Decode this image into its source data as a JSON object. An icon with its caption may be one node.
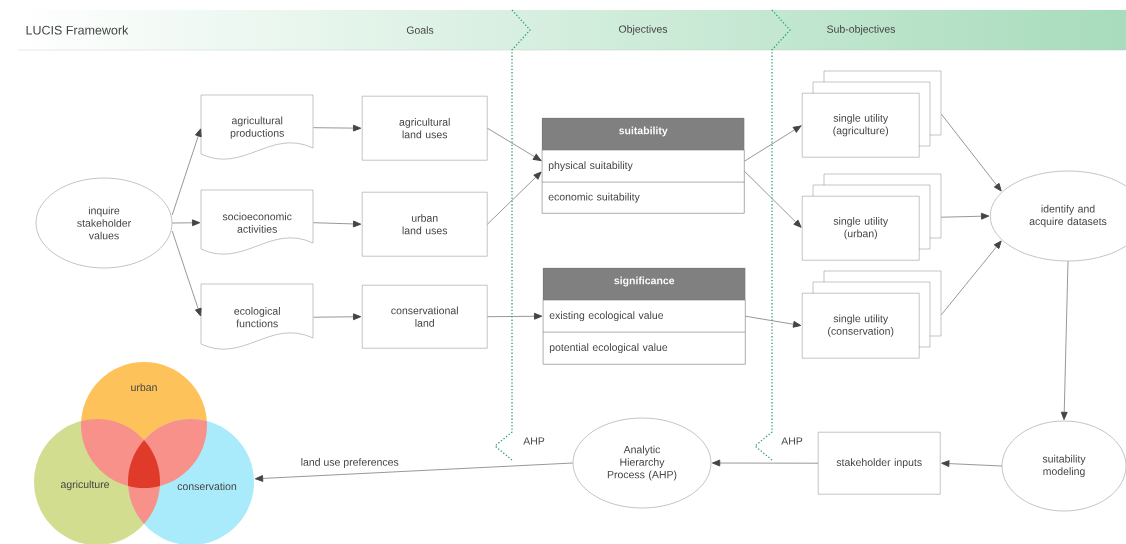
{
  "diagram": {
    "title": "LUCIS Framework",
    "nodes": [
      {
        "text": [
          "inquire stakeholder values"
        ]
      },
      {
        "text": [
          "agricultural productions"
        ]
      },
      {
        "text": [
          "socioeconomic activities"
        ]
      },
      {
        "text": [
          "ecological functions"
        ]
      },
      {
        "text": [
          "agricultural land uses"
        ]
      },
      {
        "text": [
          "urban land uses"
        ]
      },
      {
        "text": [
          "conservational land"
        ]
      },
      {
        "text": [
          "suitability"
        ]
      },
      {
        "text": [
          "physical suitability"
        ],
        "in": 7
      },
      {
        "text": [
          "economic suitability"
        ],
        "in": 7
      },
      {
        "text": [
          "significance"
        ]
      },
      {
        "text": [
          "existing ecological value"
        ],
        "in": 10
      },
      {
        "text": [
          "potential ecological value"
        ],
        "in": 10
      },
      {
        "text": [
          "single utility (agriculture)"
        ]
      },
      {
        "text": [
          "single utility (urban)"
        ]
      },
      {
        "text": [
          "single utility (conservation)"
        ]
      },
      {
        "text": [
          "identify and acquire datasets"
        ]
      },
      {
        "text": [
          "suitability modeling"
        ]
      },
      {
        "text": [
          "stakeholder inputs"
        ]
      },
      {
        "text": [
          "Analytic Hierarchy Process (AHP)"
        ]
      },
      {
        "text": [
          "urban"
        ]
      },
      {
        "text": [
          "agriculture"
        ]
      },
      {
        "text": [
          "conservation"
        ]
      }
    ],
    "edges": [
      {
        "from": 0,
        "to": 1,
        "arrow": "to"
      },
      {
        "from": 0,
        "to": 2,
        "arrow": "to"
      },
      {
        "from": 0,
        "to": 3,
        "arrow": "to"
      },
      {
        "from": 1,
        "to": 4,
        "arrow": "to"
      },
      {
        "from": 2,
        "to": 5,
        "arrow": "to"
      },
      {
        "from": 3,
        "to": 6,
        "arrow": "to"
      },
      {
        "from": 4,
        "to": 8,
        "arrow": "to"
      },
      {
        "from": 5,
        "to": 8,
        "arrow": "to"
      },
      {
        "from": 6,
        "to": 11,
        "arrow": "to"
      },
      {
        "from": 8,
        "to": 13,
        "arrow": "to"
      },
      {
        "from": 8,
        "to": 14,
        "arrow": "to"
      },
      {
        "from": 11,
        "to": 15,
        "arrow": "to"
      },
      {
        "from": 13,
        "to": 16,
        "arrow": "to"
      },
      {
        "from": 14,
        "to": 16,
        "arrow": "to"
      },
      {
        "from": 15,
        "to": 16,
        "arrow": "to"
      },
      {
        "from": 16,
        "to": 17,
        "arrow": "to"
      },
      {
        "from": 17,
        "to": 18,
        "arrow": "to"
      },
      {
        "from": 18,
        "to": 19,
        "arrow": "to"
      },
      {
        "from": 19,
        "to": 22,
        "arrow": "to",
        "label": "land use preferences"
      }
    ],
    "labels": [
      "Goals",
      "Objectives",
      "Sub-objectives",
      "AHP",
      "AHP"
    ]
  }
}
